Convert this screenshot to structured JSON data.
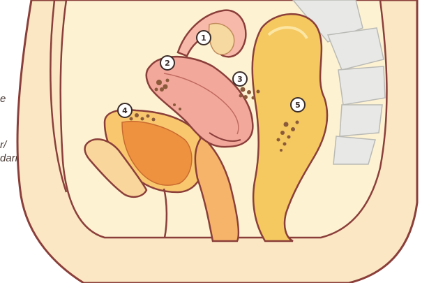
{
  "edge_labels": {
    "line1_fragment": "r/",
    "line2_fragment": "darm",
    "top_fragment": "e"
  },
  "markers": [
    {
      "number": "1"
    },
    {
      "number": "2"
    },
    {
      "number": "3"
    },
    {
      "number": "4"
    },
    {
      "number": "5"
    }
  ],
  "colors": {
    "skin": "#fbe7c4",
    "body_fill": "#fdf2d2",
    "outline": "#8b3f3a",
    "uterus": "#f3a89c",
    "bladder": "#f8c76e",
    "bladder_inner": "#ef8d3a",
    "rectum": "#f5c860",
    "spine": "#e8e8e6",
    "lesion": "#8a5a3a"
  }
}
